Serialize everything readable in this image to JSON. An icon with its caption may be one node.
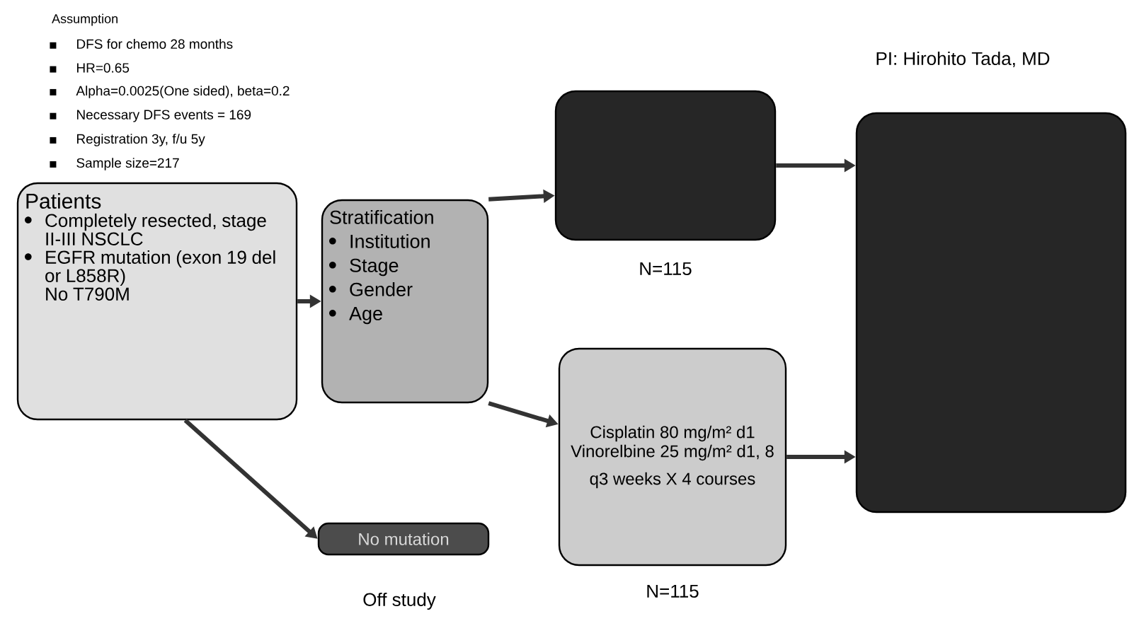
{
  "diagram": {
    "nodes": [
      {
        "text": [
          "Patients",
          "Completely resected, stage II-III NSCLC",
          "EGFR mutation (exon 19 del or L858R)",
          "No T790M"
        ]
      },
      {
        "text": [
          "Stratification",
          "Institution",
          "Stage",
          "Gender",
          "Age"
        ]
      },
      {
        "text": [],
        "shape": "box",
        "beside": [
          "N=115"
        ]
      },
      {
        "text": [
          "Cisplatin 80 mg/m² d1 Vinorelbine 25 mg/m² d1, 8",
          "q3 weeks X 4 courses"
        ],
        "beside": [
          "N=115"
        ]
      },
      {
        "text": [],
        "shape": "box"
      },
      {
        "text": [
          "No mutation"
        ],
        "beside": [
          "Off study"
        ]
      }
    ],
    "edges": [
      {
        "from": 0,
        "to": 1,
        "arrow": "to"
      },
      {
        "from": 1,
        "to": 2,
        "arrow": "to"
      },
      {
        "from": 1,
        "to": 3,
        "arrow": "to"
      },
      {
        "from": 2,
        "to": 4,
        "arrow": "to"
      },
      {
        "from": 3,
        "to": 4,
        "arrow": "to"
      },
      {
        "from": 0,
        "to": 5,
        "arrow": "to"
      }
    ],
    "labels": [
      "Assumption",
      "DFS for chemo 28 months",
      "HR=0.65",
      "Alpha=0.0025(One sided), beta=0.2",
      "Necessary DFS events = 169",
      "Registration 3y, f/u 5y",
      "Sample size=217",
      "PI: Hirohito Tada, MD"
    ]
  }
}
